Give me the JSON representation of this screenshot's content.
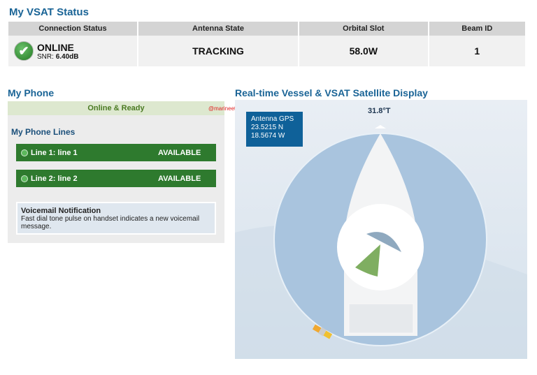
{
  "vsat": {
    "title": "My VSAT Status",
    "headers": [
      "Connection Status",
      "Antenna State",
      "Orbital Slot",
      "Beam ID"
    ],
    "connection": "ONLINE",
    "snr_label": "SNR:",
    "snr_value": "6.40dB",
    "antenna_state": "TRACKING",
    "orbital_slot": "58.0W",
    "beam_id": "1"
  },
  "phone": {
    "title": "My Phone",
    "status": "Online & Ready",
    "watermark": "@marineeto",
    "lines_title": "My Phone Lines",
    "lines": [
      {
        "label": "Line 1: line 1",
        "status": "AVAILABLE"
      },
      {
        "label": "Line 2: line 2",
        "status": "AVAILABLE"
      }
    ],
    "voicemail_title": "Voicemail Notification",
    "voicemail_text": "Fast dial tone pulse on handset indicates a new voicemail message."
  },
  "display": {
    "title": "Real-time Vessel & VSAT Satellite Display",
    "heading": "31.8°T",
    "gps_title": "Antenna GPS",
    "lat": "23.5215 N",
    "lon": "18.5674 W"
  },
  "colors": {
    "accent": "#1a6496",
    "line_green": "#2e7a2e",
    "gps_box": "#0f6199"
  }
}
